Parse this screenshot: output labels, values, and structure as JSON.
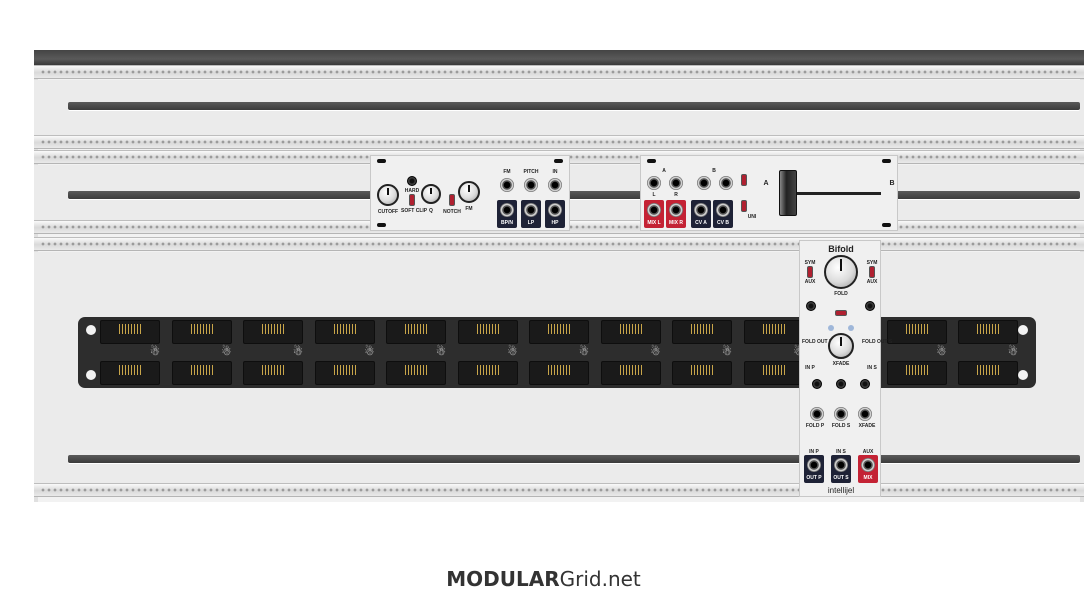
{
  "footer": {
    "brand_bold": "MODULAR",
    "brand_regular": "Grid.net"
  },
  "filter_module": {
    "labels": {
      "cutoff": "CUTOFF",
      "q": "Q",
      "fm": "FM",
      "soft_clip": "SOFT CLIP",
      "hard": "HARD",
      "notch": "NOTCH",
      "fm_in": "FM",
      "pitch": "PITCH",
      "in": "IN",
      "bpn": "BP/N",
      "lp": "LP",
      "hp": "HP"
    }
  },
  "mixer_module": {
    "labels": {
      "a": "A",
      "b": "B",
      "l": "L",
      "r": "R",
      "mix_l": "MIX L",
      "mix_r": "MIX R",
      "cv_a": "CV A",
      "cv_b": "CV B",
      "uni": "UNI",
      "fader_a": "A",
      "fader_b": "B"
    }
  },
  "bifold_module": {
    "title": "Bifold",
    "brand": "intellijel",
    "labels": {
      "sym_l": "SYM",
      "sym_r": "SYM",
      "aux_l": "AUX",
      "aux_r": "AUX",
      "fold": "FOLD",
      "fold_out_p": "FOLD OUT P",
      "fold_out_s": "FOLD OUT S",
      "in_p_mid": "IN P",
      "in_s_mid": "IN S",
      "xfade": "XFADE",
      "fold_p": "FOLD P",
      "fold_s": "FOLD S",
      "xfade_cv": "XFADE",
      "in_p": "IN P",
      "in_s": "IN S",
      "aux": "AUX",
      "out_p": "OUT P",
      "out_s": "OUT S",
      "mix": "MIX"
    }
  },
  "colors": {
    "accent_red": "#c42234",
    "jack_navy": "#1e2236",
    "lid": "#4a4a4a"
  }
}
